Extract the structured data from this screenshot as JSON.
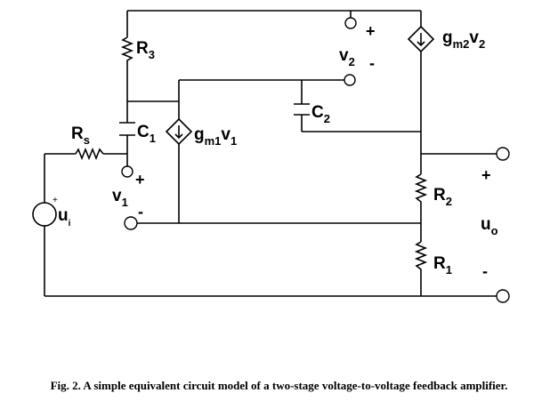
{
  "labels": {
    "r3": {
      "main": "R",
      "sub": "3"
    },
    "r2": {
      "main": "R",
      "sub": "2"
    },
    "r1": {
      "main": "R",
      "sub": "1"
    },
    "rs": {
      "main": "R",
      "sub": "s"
    },
    "c1": {
      "main": "C",
      "sub": "1"
    },
    "c2": {
      "main": "C",
      "sub": "2"
    },
    "v1": {
      "main": "v",
      "sub": "1"
    },
    "v2": {
      "main": "v",
      "sub": "2"
    },
    "ui": {
      "main": "u",
      "sub": "i"
    },
    "uo": {
      "main": "u",
      "sub": "o"
    },
    "gm1": {
      "main": "g",
      "sub": "m1",
      "tail": "v",
      "tailsub": "1"
    },
    "gm2": {
      "main": "g",
      "sub": "m2",
      "tail": "v",
      "tailsub": "2"
    }
  },
  "signs": {
    "v1_plus": "+",
    "v1_minus": "-",
    "v2_plus": "+",
    "v2_minus": "-",
    "uo_plus": "+",
    "uo_minus": "-",
    "ui_plus": "+"
  },
  "caption": "Fig. 2. A simple equivalent circuit model of a two-stage voltage-to-voltage feedback amplifier."
}
